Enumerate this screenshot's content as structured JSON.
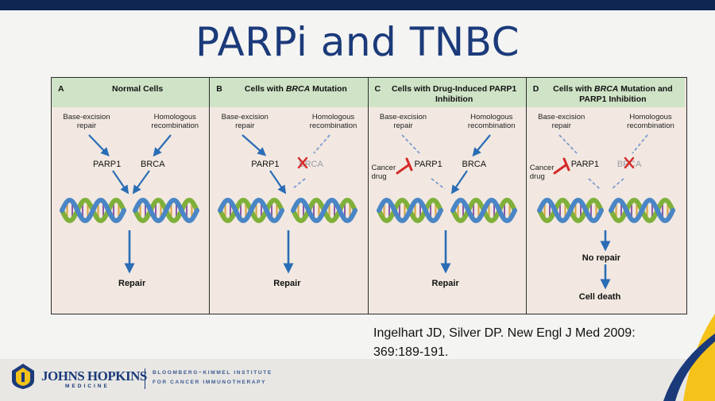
{
  "slide": {
    "title": "PARPi and TNBC",
    "citation_line1": "Ingelhart JD, Silver DP. New Engl J Med 2009:",
    "citation_line2": "369:189-191."
  },
  "panels": [
    {
      "letter": "A",
      "title": "Normal Cells",
      "left_label": "Base-excision repair",
      "right_label": "Homologous recombination",
      "parp_label": "PARP1",
      "brca_label": "BRCA",
      "outcomes": [
        "Repair"
      ]
    },
    {
      "letter": "B",
      "title_pre": "Cells with ",
      "title_em": "BRCA",
      "title_post": " Mutation",
      "left_label": "Base-excision repair",
      "right_label": "Homologous recombination",
      "parp_label": "PARP1",
      "brca_label": "BRCA",
      "outcomes": [
        "Repair"
      ]
    },
    {
      "letter": "C",
      "title": "Cells with Drug-Induced PARP1 Inhibition",
      "left_label": "Base-excision repair",
      "right_label": "Homologous recombination",
      "parp_label": "PARP1",
      "brca_label": "BRCA",
      "drug_label": "Cancer drug",
      "outcomes": [
        "Repair"
      ]
    },
    {
      "letter": "D",
      "title_pre": "Cells with ",
      "title_em": "BRCA",
      "title_post": " Mutation and PARP1 Inhibition",
      "left_label": "Base-excision repair",
      "right_label": "Homologous recombination",
      "parp_label": "PARP1",
      "brca_label": "BRCA",
      "drug_label": "Cancer drug",
      "outcomes": [
        "No repair",
        "Cell death"
      ]
    }
  ],
  "footer": {
    "org_name": "JOHNS HOPKINS",
    "org_sub": "MEDICINE",
    "institute_line1": "BLOOMBERG~KIMMEL INSTITUTE",
    "institute_line2": "FOR CANCER IMMUNOTHERAPY"
  },
  "colors": {
    "title": "#1b3a7a",
    "panel_header": "#cfe3c6",
    "arrow": "#2a6db5",
    "inhibitor": "#d52a2a",
    "accent_yellow": "#f5c21a"
  }
}
